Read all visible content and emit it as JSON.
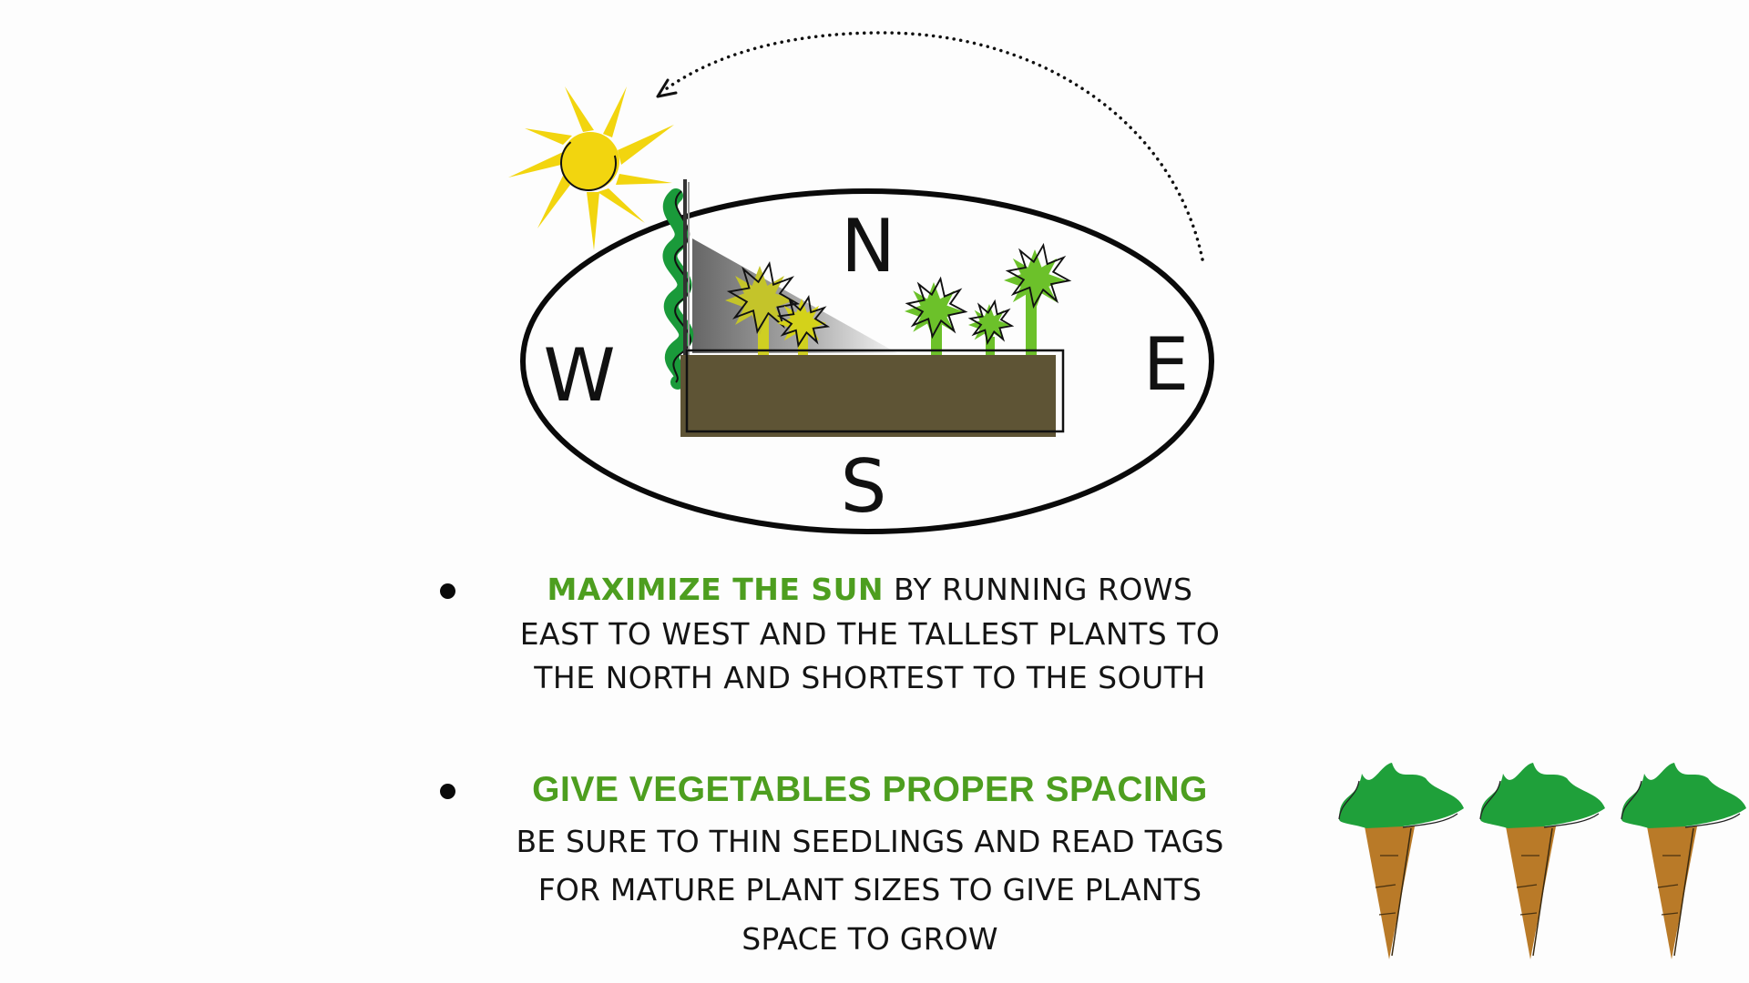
{
  "diagram": {
    "compass": {
      "north": "N",
      "south": "S",
      "east": "E",
      "west": "W"
    },
    "colors": {
      "sun": "#f2d50f",
      "soil": "#5e5435",
      "trellis_vine": "#1a9a3a",
      "shade_plants": "#cfcf22",
      "sun_plants": "#6cc12a",
      "carrot_root": "#b97a28",
      "carrot_leaves": "#1fa03a",
      "highlight_text": "#4d9e1f"
    },
    "elements": [
      "sun-icon",
      "sun-path-arrow",
      "compass-ellipse",
      "raised-bed",
      "trellis",
      "shade-plants",
      "sun-plants",
      "carrots"
    ]
  },
  "tips": [
    {
      "highlight": "MAXIMIZE THE SUN",
      "lines": [
        " BY RUNNING ROWS",
        "EAST TO WEST AND THE TALLEST PLANTS TO",
        "THE NORTH AND SHORTEST TO THE SOUTH"
      ]
    },
    {
      "heading": "GIVE VEGETABLES PROPER SPACING",
      "lines": [
        "BE SURE TO THIN SEEDLINGS AND READ TAGS",
        "FOR MATURE PLANT SIZES TO GIVE PLANTS",
        "SPACE TO GROW"
      ]
    }
  ]
}
